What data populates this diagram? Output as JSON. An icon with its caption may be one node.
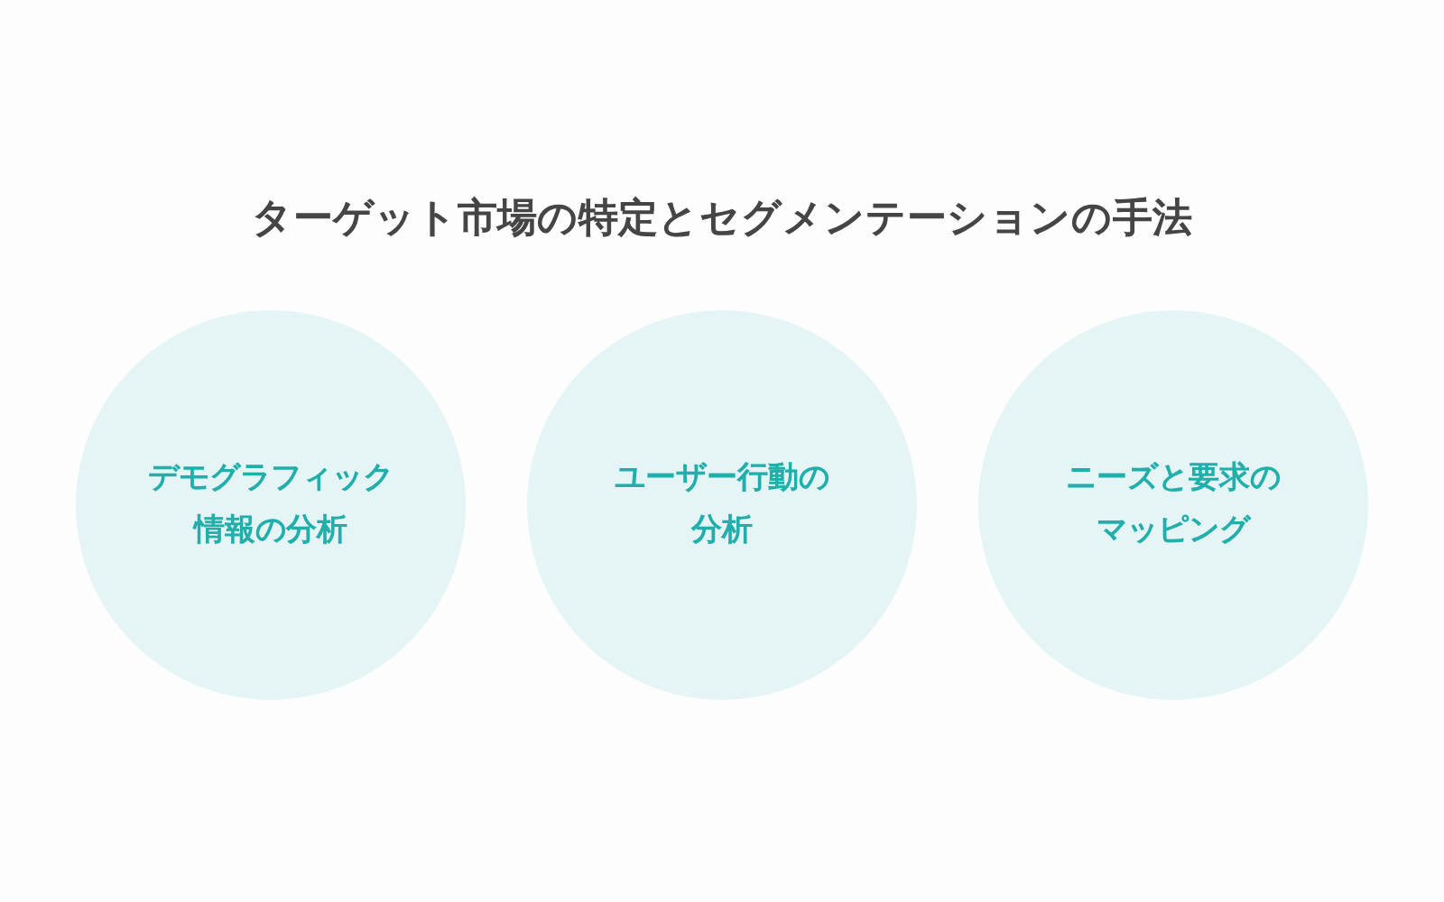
{
  "diagram": {
    "title": "ターゲット市場の特定とセグメンテーションの手法",
    "nodes": [
      {
        "text": [
          "デモグラフィック情報の分析"
        ]
      },
      {
        "text": [
          "ユーザー行動の分析"
        ]
      },
      {
        "text": [
          "ニーズと要求のマッピング"
        ]
      }
    ]
  }
}
